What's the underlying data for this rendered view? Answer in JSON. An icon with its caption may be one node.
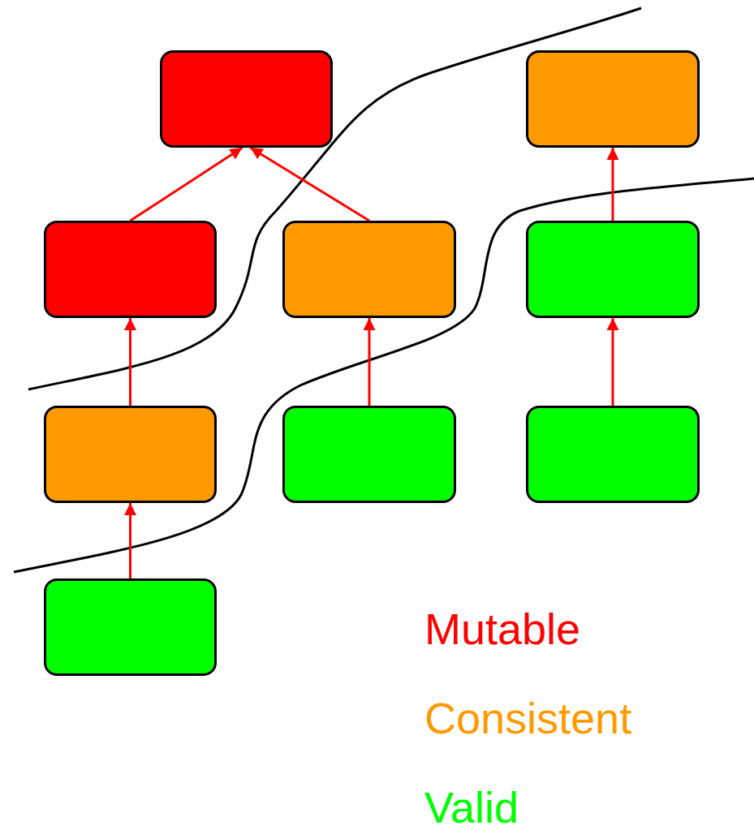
{
  "diagram": {
    "nodes": [
      {
        "text": [],
        "shape": "box"
      },
      {
        "text": [],
        "shape": "box"
      },
      {
        "text": [],
        "shape": "box"
      },
      {
        "text": [],
        "shape": "box"
      },
      {
        "text": [],
        "shape": "box"
      },
      {
        "text": [],
        "shape": "box"
      },
      {
        "text": [],
        "shape": "box"
      },
      {
        "text": [],
        "shape": "box"
      },
      {
        "text": [],
        "shape": "box"
      }
    ],
    "edges": [
      {
        "from": 2,
        "to": 0,
        "arrow": "to"
      },
      {
        "from": 3,
        "to": 0,
        "arrow": "to"
      },
      {
        "from": 4,
        "to": 1,
        "arrow": "to"
      },
      {
        "from": 5,
        "to": 2,
        "arrow": "to"
      },
      {
        "from": 6,
        "to": 3,
        "arrow": "to"
      },
      {
        "from": 7,
        "to": 4,
        "arrow": "to"
      },
      {
        "from": 8,
        "to": 5,
        "arrow": "to"
      }
    ],
    "legend": [
      {
        "text": "Mutable",
        "color": "#ff0000"
      },
      {
        "text": "Consistent",
        "color": "#ff9900"
      },
      {
        "text": "Valid",
        "color": "#00ff00"
      }
    ]
  }
}
